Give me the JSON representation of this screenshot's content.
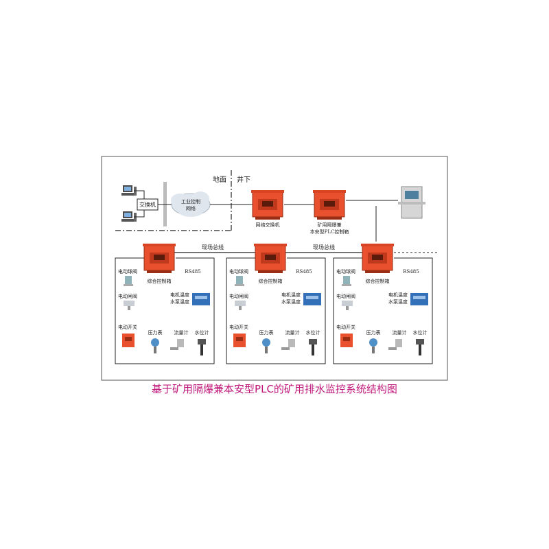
{
  "labels": {
    "ground": "地面",
    "underground": "井下",
    "switch": "交换机",
    "industrial_network": "工业控制网络",
    "network_switch": "网络交换机",
    "plc_box": "矿用隔爆兼本安型PLC控制箱",
    "field_bus": "现场总线",
    "combo_box": "综合控制箱",
    "rs485": "RS485",
    "motor_ball_valve": "电动球阀",
    "motor_gate_valve": "电动闸阀",
    "motor_switch": "电动开关",
    "motor_temp": "电机温度",
    "pump_temp": "水泵温度",
    "pressure_gauge": "压力表",
    "flow_meter": "流量计",
    "water_level_meter": "水位计"
  },
  "caption": "基于矿用隔爆兼本安型PLC的矿用排水监控系统结构图",
  "colors": {
    "cabinet": "#e8502e",
    "caption": "#c0167a",
    "terminal": "#3470b8",
    "cloud": "#dfe6ee"
  }
}
